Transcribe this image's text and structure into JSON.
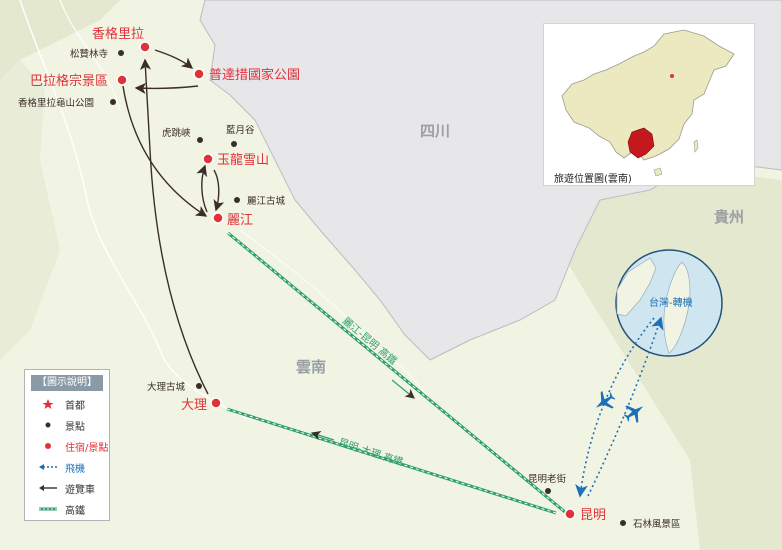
{
  "regions": {
    "sichuan": "四川",
    "guizhou": "貴州",
    "yunnan": "雲南"
  },
  "inset": {
    "caption": "旅遊位置圖(雲南)"
  },
  "taiwan": {
    "label": "台灣-轉機"
  },
  "routes": {
    "rail_lijiang_kunming": "麗江-昆明 高鐵",
    "rail_kunming_dali": "昆明-大理 高鐵"
  },
  "places": {
    "shangrila": "香格里拉",
    "songzanlin": "松贊林寺",
    "pudacuo": "普達措國家公園",
    "balagezong": "巴拉格宗景區",
    "guishan": "香格里拉龜山公園",
    "tiger_leaping": "虎跳峽",
    "lanyuegu": "藍月谷",
    "yulong": "玉龍雪山",
    "lijiang_oldtown": "麗江古城",
    "lijiang": "麗江",
    "dali_oldtown": "大理古城",
    "dali": "大理",
    "kunming_oldstreet": "昆明老街",
    "kunming": "昆明",
    "stone_forest": "石林風景區"
  },
  "legend": {
    "title": "【圖示說明】",
    "capital": "首都",
    "scenic": "景點",
    "lodging": "住宿/景點",
    "flight": "飛機",
    "tour_bus": "遊覽車",
    "hsr": "高鐵"
  },
  "colors": {
    "lodging_red": "#e0323a",
    "rail_green": "#2e9f6b",
    "flight_blue": "#1c70b8",
    "bus_dark": "#3b2e2a",
    "land": "#f1f4e2",
    "neighbor_land": "#e4e8cf",
    "sichuan_gray": "#e7e7ea",
    "sea": "#cfe6f0"
  }
}
